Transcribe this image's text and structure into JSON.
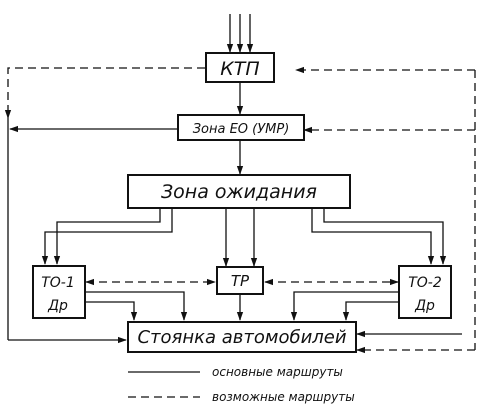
{
  "nodes": {
    "ktp": "КТП",
    "zone_eo": "Зона ЕО (УМР)",
    "waiting_zone": "Зона ожидания",
    "to1": [
      "ТО-1",
      "Др"
    ],
    "tr": "ТР",
    "to2": [
      "ТО-2",
      "Др"
    ],
    "parking": "Стоянка автомобилей"
  },
  "legend": {
    "main_routes": "основные маршруты",
    "possible_routes": "возможные маршруты"
  }
}
